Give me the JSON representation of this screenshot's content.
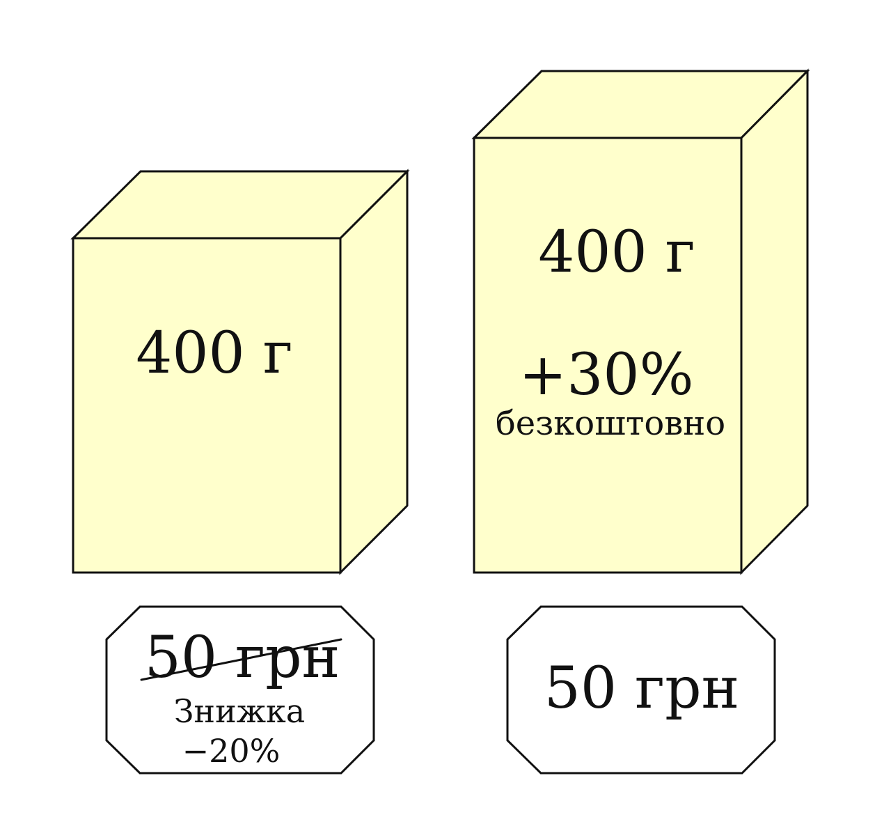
{
  "colors": {
    "box_fill": "#ffffcc",
    "outline": "#111111",
    "tag_fill": "#ffffff"
  },
  "left_pack": {
    "weight": "400 г"
  },
  "right_pack": {
    "weight": "400 г",
    "bonus": "+30%",
    "bonus_note": "безкоштовно"
  },
  "left_tag": {
    "old_price": "50 грн",
    "discount_label": "Знижка",
    "discount_value": "−20%"
  },
  "right_tag": {
    "price": "50 грн"
  }
}
